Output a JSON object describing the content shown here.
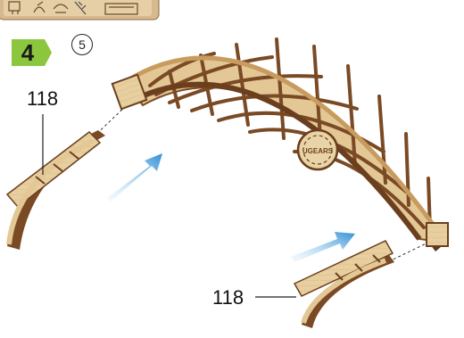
{
  "step": {
    "number": "4",
    "badge_color": "#8cc63f"
  },
  "sheet_ref": {
    "number": "5"
  },
  "parts": [
    {
      "id": "left",
      "label": "118"
    },
    {
      "id": "right",
      "label": "118"
    }
  ],
  "logo": {
    "text": "UGEARS"
  },
  "colors": {
    "wood_face": "#e8cfa0",
    "wood_edge": "#7a4a24",
    "wood_dark": "#4a2c14",
    "arrow": "#3a97d8"
  }
}
